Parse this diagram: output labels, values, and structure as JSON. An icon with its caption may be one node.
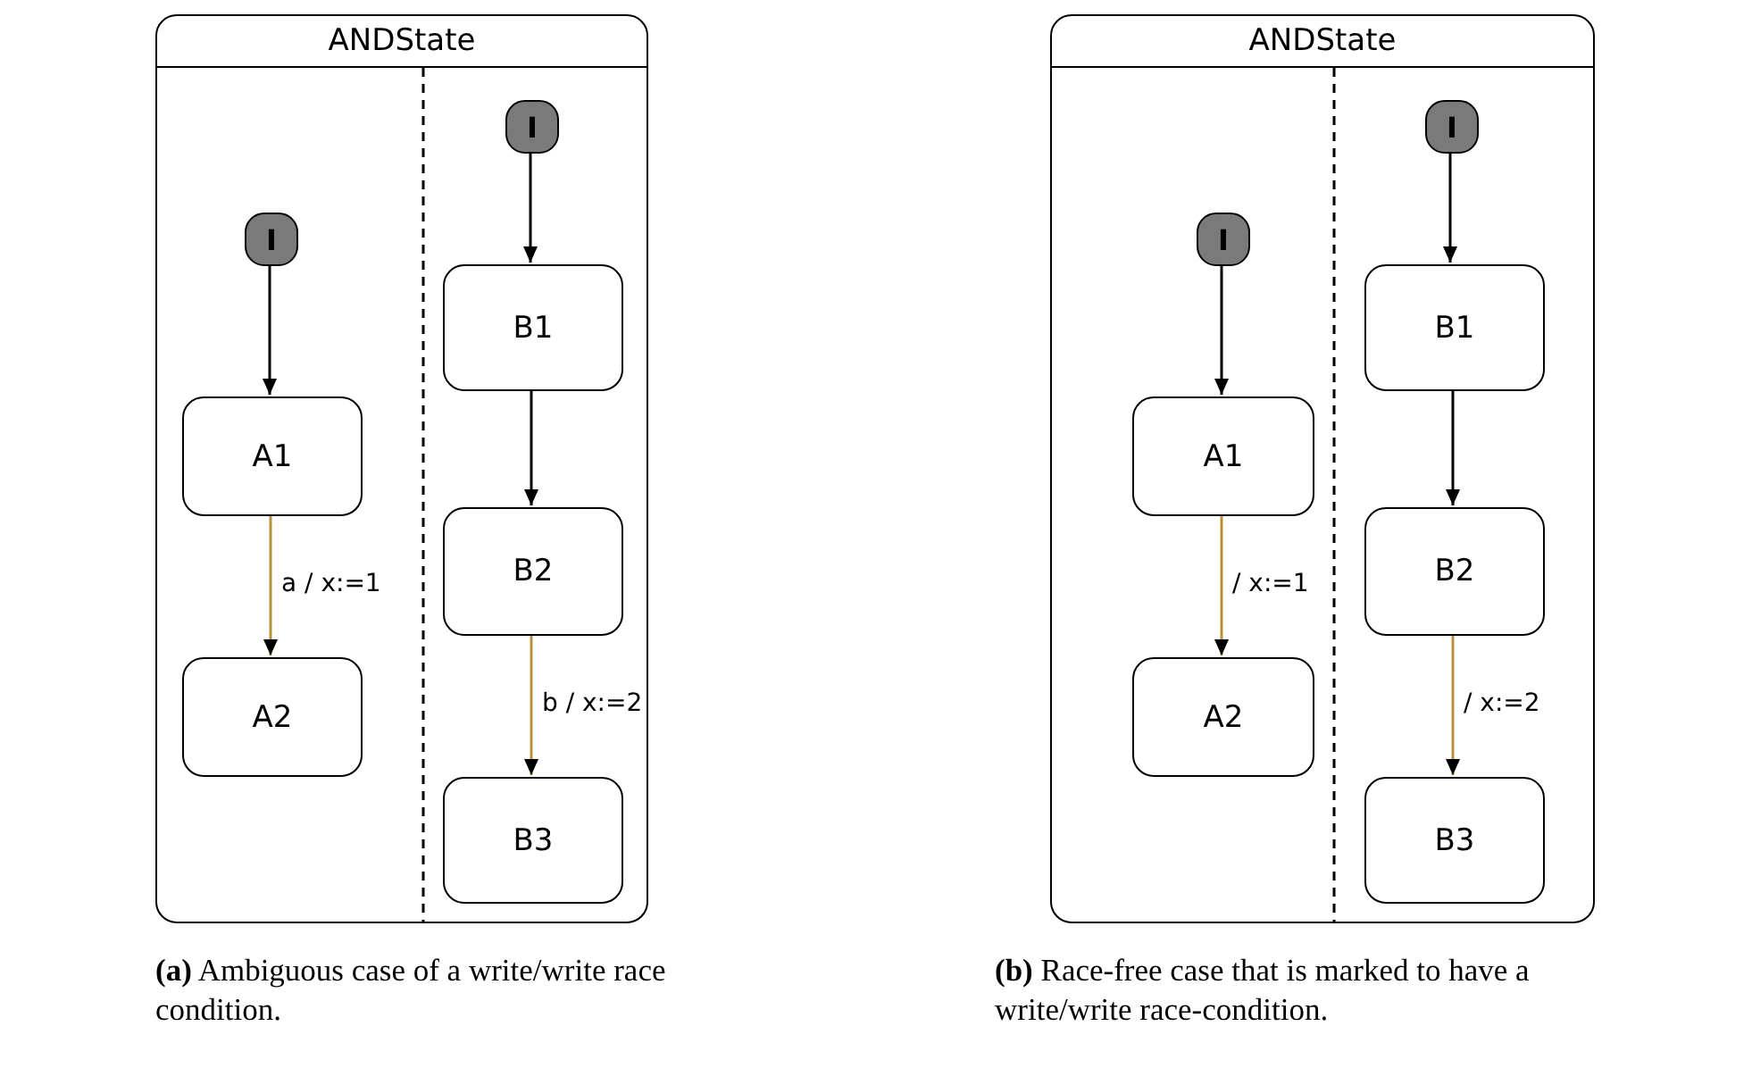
{
  "diagram": {
    "nodes": [
      {
        "text": [
          "ANDState"
        ]
      },
      {
        "text": [
          "I"
        ],
        "in": 0
      },
      {
        "text": [
          "A1"
        ],
        "in": 0
      },
      {
        "text": [
          "A2"
        ],
        "in": 0
      },
      {
        "text": [
          "I"
        ],
        "in": 0
      },
      {
        "text": [
          "B1"
        ],
        "in": 0
      },
      {
        "text": [
          "B2"
        ],
        "in": 0
      },
      {
        "text": [
          "B3"
        ],
        "in": 0
      },
      {
        "text": [
          "ANDState"
        ]
      },
      {
        "text": [
          "I"
        ],
        "in": 8
      },
      {
        "text": [
          "A1"
        ],
        "in": 8
      },
      {
        "text": [
          "A2"
        ],
        "in": 8
      },
      {
        "text": [
          "I"
        ],
        "in": 8
      },
      {
        "text": [
          "B1"
        ],
        "in": 8
      },
      {
        "text": [
          "B2"
        ],
        "in": 8
      },
      {
        "text": [
          "B3"
        ],
        "in": 8
      }
    ],
    "edges": [
      {
        "from": 1,
        "to": 2,
        "arrow": "to"
      },
      {
        "from": 2,
        "to": 3,
        "arrow": "to",
        "label": "a / x:=1",
        "color": "#b8923a"
      },
      {
        "from": 4,
        "to": 5,
        "arrow": "to"
      },
      {
        "from": 5,
        "to": 6,
        "arrow": "to"
      },
      {
        "from": 6,
        "to": 7,
        "arrow": "to",
        "label": "b / x:=2",
        "color": "#b8923a"
      },
      {
        "from": 9,
        "to": 10,
        "arrow": "to"
      },
      {
        "from": 10,
        "to": 11,
        "arrow": "to",
        "label": "/ x:=1",
        "color": "#b8923a"
      },
      {
        "from": 12,
        "to": 13,
        "arrow": "to"
      },
      {
        "from": 13,
        "to": 14,
        "arrow": "to"
      },
      {
        "from": 14,
        "to": 15,
        "arrow": "to",
        "label": "/ x:=2",
        "color": "#b8923a"
      }
    ],
    "labels": [
      "**(a)** Ambiguous case of a write/write race condition.",
      "**(b)** Race-free case that is marked to have a write/write race-condition."
    ]
  }
}
